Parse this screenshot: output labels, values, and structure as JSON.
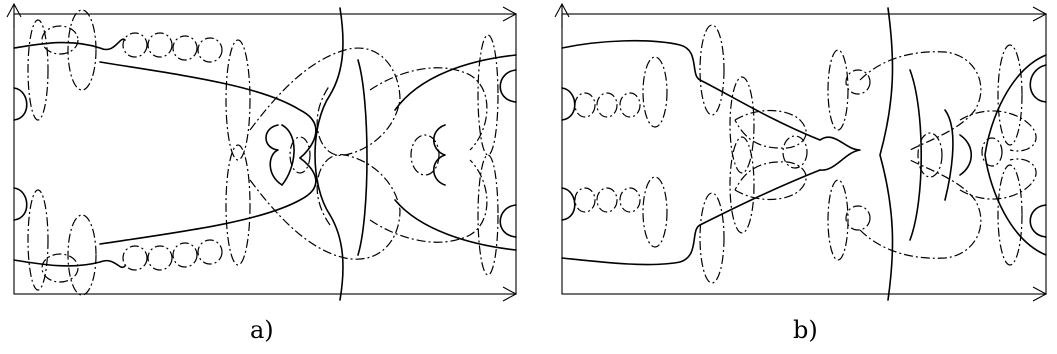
{
  "figure": {
    "panels": [
      {
        "id": "a",
        "caption": "a)"
      },
      {
        "id": "b",
        "caption": "b)"
      }
    ],
    "line_styles": {
      "curve": "solid",
      "second_curve": "dash-dot"
    },
    "colors": {
      "ink": "#000000",
      "background": "#ffffff"
    }
  }
}
